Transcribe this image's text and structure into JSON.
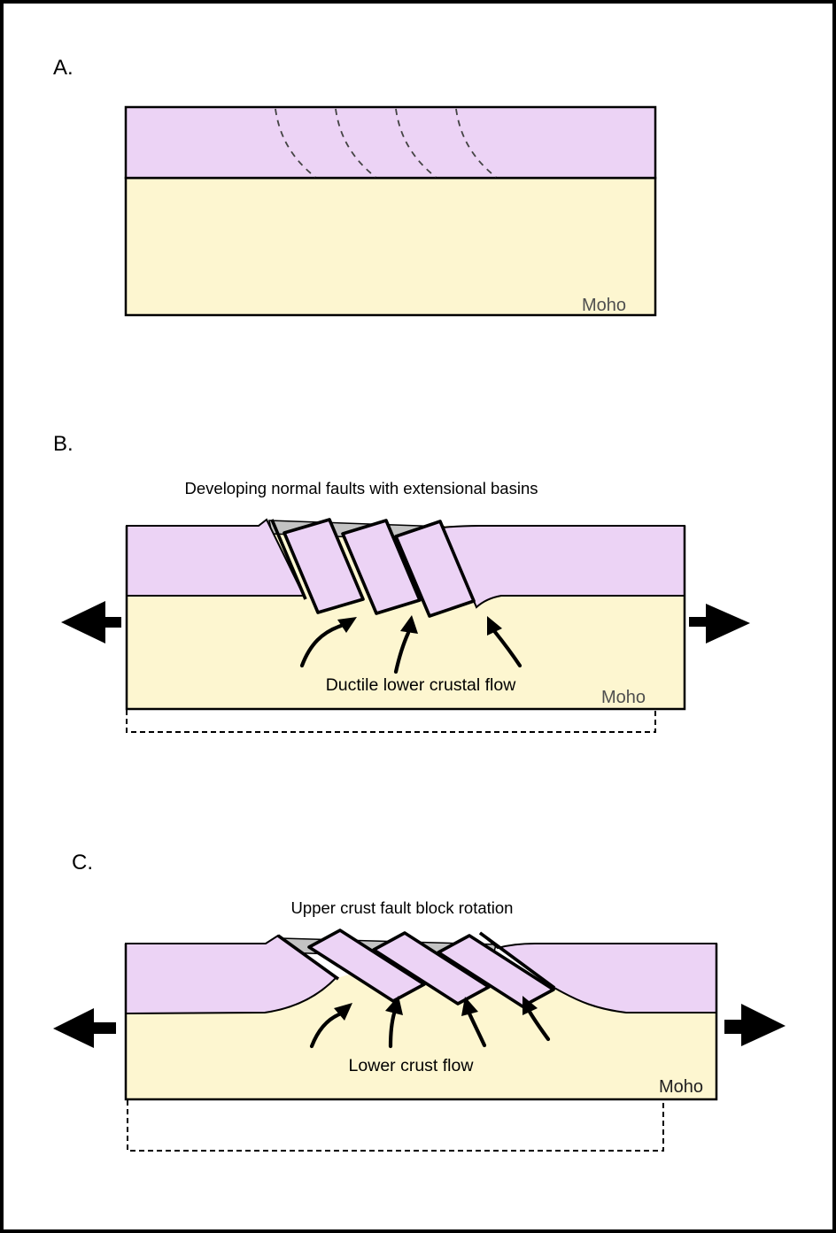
{
  "colors": {
    "upper_crust": "#ecd3f5",
    "lower_crust": "#fdf6d0",
    "basin": "#c3c3c3",
    "outline": "#000000",
    "moho_text": "#4f4f4f",
    "moho_text_dark": "#1f1f1f",
    "incipient_fault": "#444444"
  },
  "panels": {
    "a": {
      "label": "A.",
      "moho": "Moho"
    },
    "b": {
      "label": "B.",
      "title": "Developing normal faults with extensional basins",
      "flow": "Ductile lower crustal flow",
      "moho": "Moho"
    },
    "c": {
      "label": "C.",
      "title": "Upper crust fault block rotation",
      "flow": "Lower crust flow",
      "moho": "Moho"
    }
  }
}
